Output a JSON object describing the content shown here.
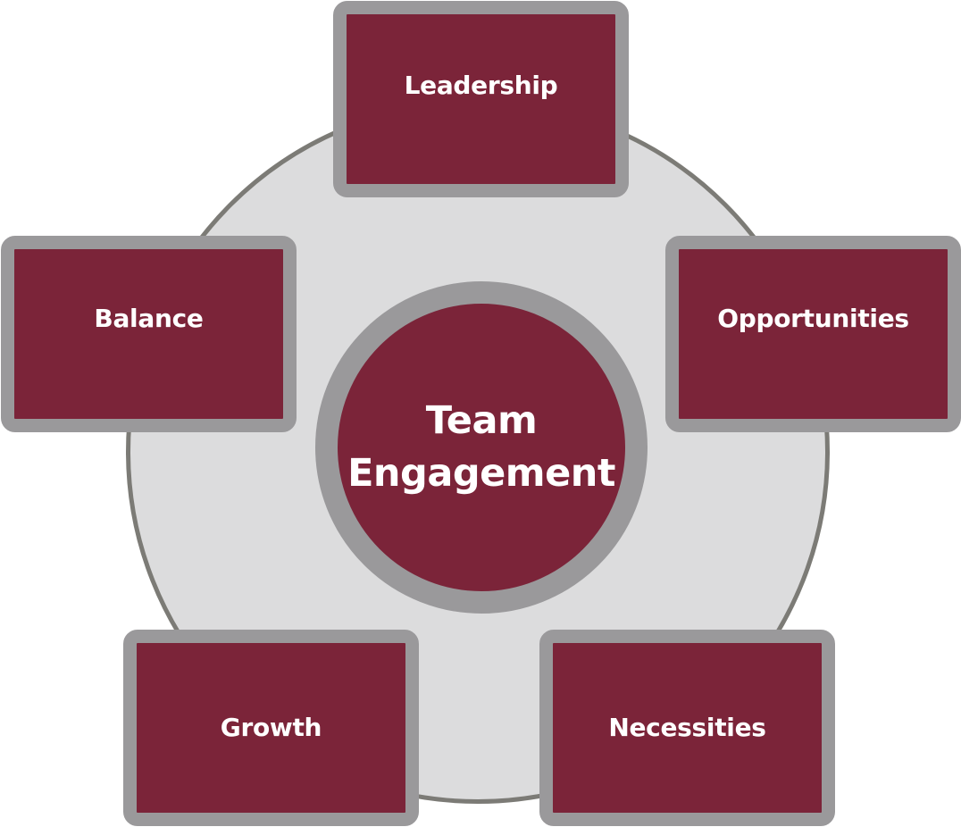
{
  "center": {
    "label": "Team Engagement"
  },
  "nodes": [
    {
      "label": "Leadership"
    },
    {
      "label": "Balance"
    },
    {
      "label": "Opportunities"
    },
    {
      "label": "Growth"
    },
    {
      "label": "Necessities"
    }
  ],
  "colors": {
    "box_fill": "#7b2439",
    "box_border": "#9a999b",
    "ring_fill": "#dcdcdd",
    "ring_border": "#7c7b76",
    "text": "#ffffff"
  }
}
